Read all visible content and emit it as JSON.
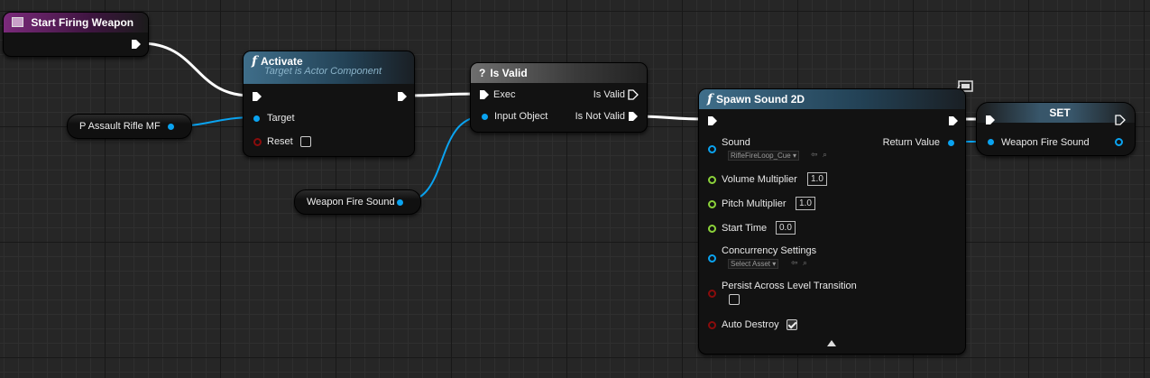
{
  "event_node": {
    "title": "Start Firing Weapon"
  },
  "activate_node": {
    "title": "Activate",
    "subtitle": "Target is Actor Component",
    "target_label": "Target",
    "reset_label": "Reset",
    "reset_checked": false
  },
  "isvalid_node": {
    "title": "Is Valid",
    "exec_label": "Exec",
    "input_label": "Input Object",
    "is_valid_label": "Is Valid",
    "is_not_valid_label": "Is Not Valid"
  },
  "spawn_node": {
    "title": "Spawn Sound 2D",
    "sound_label": "Sound",
    "sound_value": "RifleFireLoop_Cue",
    "return_label": "Return Value",
    "volume_label": "Volume Multiplier",
    "volume_value": "1.0",
    "pitch_label": "Pitch Multiplier",
    "pitch_value": "1.0",
    "start_label": "Start Time",
    "start_value": "0.0",
    "concurrency_label": "Concurrency Settings",
    "concurrency_value": "Select Asset",
    "persist_label": "Persist Across Level Transition",
    "persist_checked": false,
    "autodestroy_label": "Auto Destroy",
    "autodestroy_checked": true
  },
  "set_node": {
    "title": "SET",
    "var_label": "Weapon Fire Sound"
  },
  "var_rifle": {
    "label": "P Assault Rifle MF"
  },
  "var_sound": {
    "label": "Weapon Fire Sound"
  },
  "colors": {
    "object_pin": "#0aa3f0",
    "float_pin": "#8bd23a",
    "bool_pin": "#8a0c0c",
    "exec_wire": "#ffffff"
  }
}
